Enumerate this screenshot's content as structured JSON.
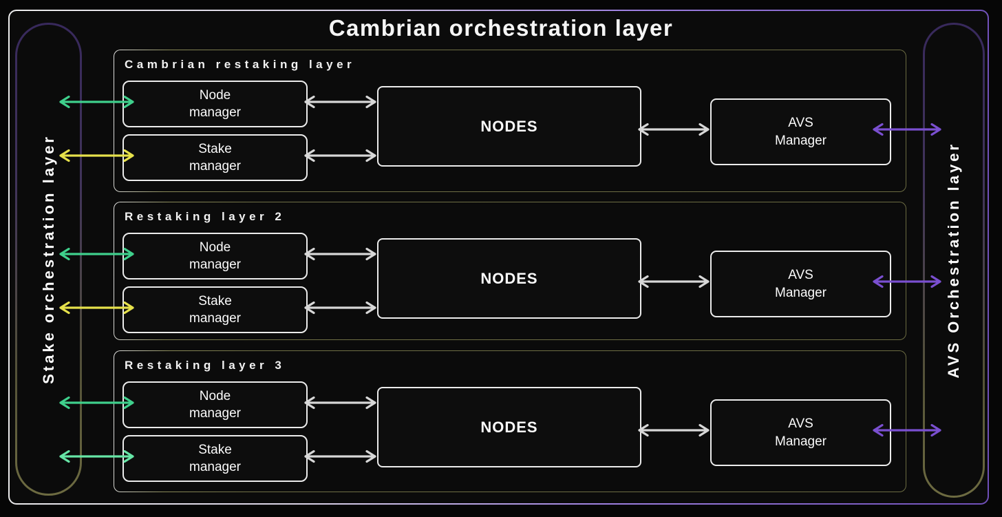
{
  "title": "Cambrian orchestration layer",
  "left_rail": {
    "label": "Stake orchestration layer"
  },
  "right_rail": {
    "label": "AVS Orchestration layer"
  },
  "sections": [
    {
      "label": "Cambrian restaking layer",
      "node_manager": "Node\nmanager",
      "stake_manager": "Stake\nmanager",
      "nodes": "NODES",
      "avs_manager": "AVS\nManager"
    },
    {
      "label": "Restaking layer 2",
      "node_manager": "Node\nmanager",
      "stake_manager": "Stake\nmanager",
      "nodes": "NODES",
      "avs_manager": "AVS\nManager"
    },
    {
      "label": "Restaking layer 3",
      "node_manager": "Node\nmanager",
      "stake_manager": "Stake\nmanager",
      "nodes": "NODES",
      "avs_manager": "AVS\nManager"
    }
  ],
  "colors": {
    "arrow_white": "#d7d7d7",
    "arrow_green": "#3fd08c",
    "arrow_yellow": "#e6e14b",
    "arrow_mint": "#66e5a6",
    "arrow_purple": "#7a4fd0",
    "frame_left": "#ededed",
    "frame_right": "#6f4fb8",
    "section_border": "#6c6c42",
    "rail_top": "#38295c",
    "rail_bottom": "#6d6b41",
    "background": "#0b0b0b"
  }
}
